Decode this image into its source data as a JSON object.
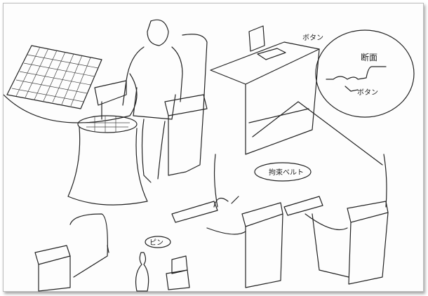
{
  "labels": {
    "button_top": "ボタン",
    "cross_section": "断面",
    "button_section": "ボタン",
    "restraint_belt": "拘束ベルト",
    "pin": "ピン"
  },
  "colors": {
    "ink": "#222222",
    "paper": "#fdfdfd"
  }
}
